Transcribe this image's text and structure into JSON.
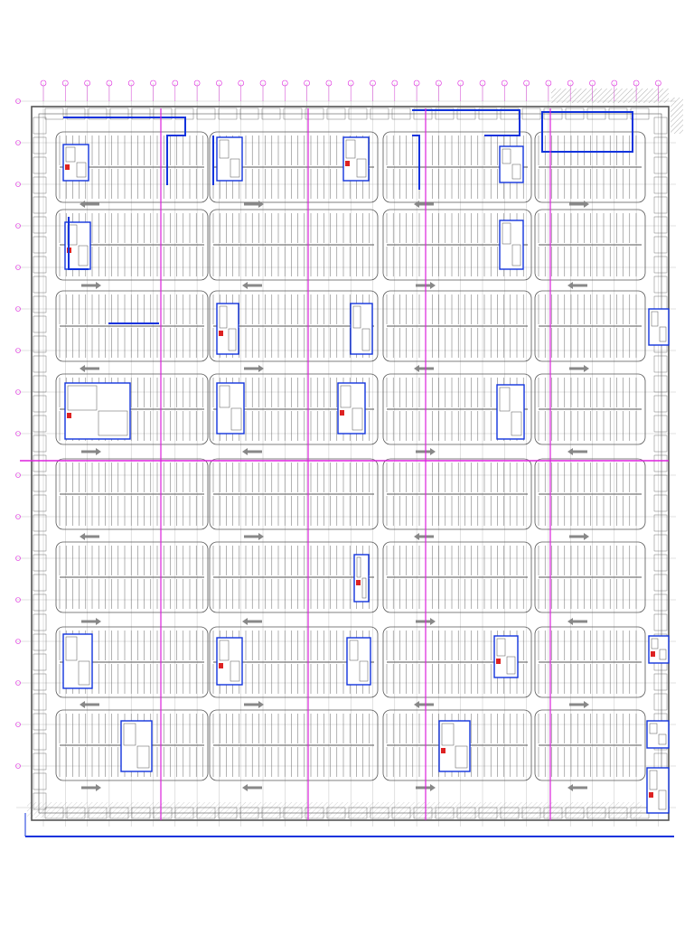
{
  "drawing": {
    "kind": "parking-garage-floor-plan",
    "colors": {
      "background": "#ffffff",
      "linework": "#555555",
      "grid": "#aaaaaa",
      "magenta_axis": "#dd22dd",
      "blue_wall": "#1133dd",
      "red_equipment": "#dd2222",
      "hatch": "#888888"
    },
    "parking_rows": 8,
    "block_columns": 4,
    "icons": [
      "stair-core-icon",
      "arrow-icon",
      "equipment-icon"
    ]
  }
}
